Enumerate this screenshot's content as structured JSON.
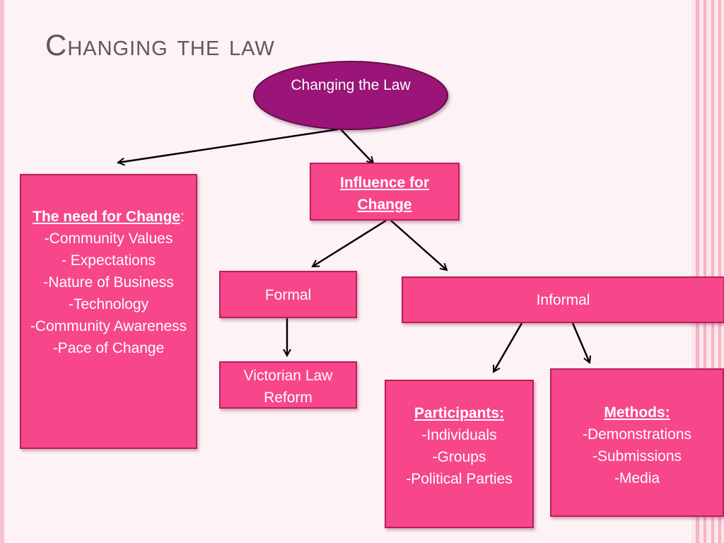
{
  "slide": {
    "title": "Changing the law"
  },
  "diagram": {
    "root": {
      "label": "Changing the Law"
    },
    "need": {
      "heading": "The need for Change",
      "heading_suffix": ":",
      "items": [
        "-Community Values",
        "- Expectations",
        "-Nature of Business",
        "-Technology",
        "-Community Awareness",
        "-Pace of Change"
      ]
    },
    "influence": {
      "heading": "Influence for Change"
    },
    "formal": {
      "label": "Formal",
      "child": {
        "label": "Victorian Law Reform"
      }
    },
    "informal": {
      "label": "Informal"
    },
    "participants": {
      "heading": "Participants:",
      "items": [
        "-Individuals",
        "-Groups",
        "-Political Parties"
      ]
    },
    "methods": {
      "heading": "Methods:",
      "items": [
        "-Demonstrations",
        "-Submissions",
        "-Media"
      ]
    }
  },
  "colors": {
    "box_fill": "#f7468a",
    "box_border": "#b81f5a",
    "oval_fill": "#9a1577",
    "background": "#fdf2f5"
  }
}
